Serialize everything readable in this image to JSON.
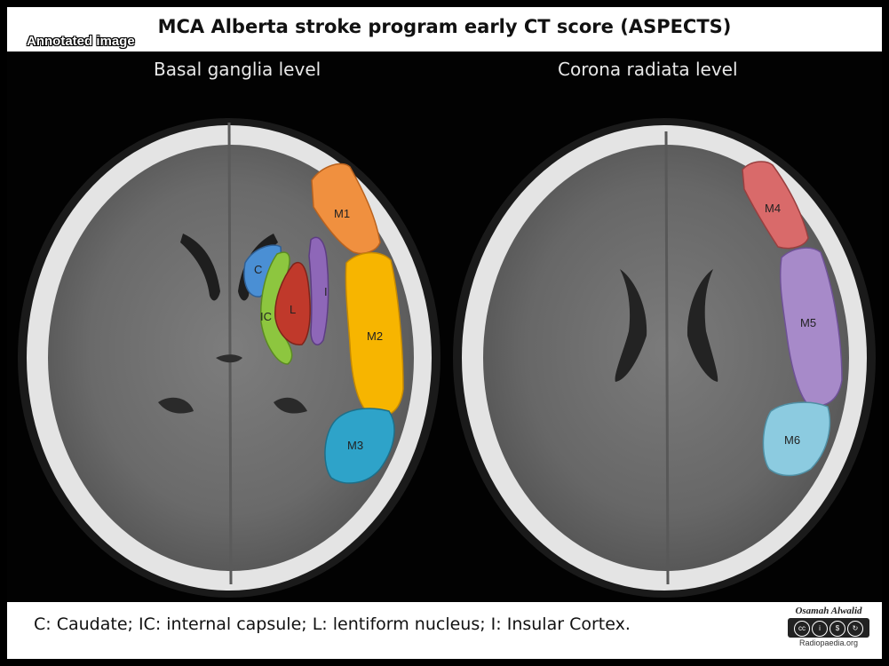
{
  "title": "MCA Alberta stroke program early CT score (ASPECTS)",
  "badge": "Annotated image",
  "levels": {
    "left": "Basal ganglia level",
    "right": "Corona radiata level"
  },
  "regions": {
    "C": {
      "label": "C",
      "color": "#4a8fd4"
    },
    "IC": {
      "label": "IC",
      "color": "#8dc63f"
    },
    "L": {
      "label": "L",
      "color": "#c0392b"
    },
    "I": {
      "label": "I",
      "color": "#8e67b8"
    },
    "M1": {
      "label": "M1",
      "color": "#f0903f"
    },
    "M2": {
      "label": "M2",
      "color": "#f7b500"
    },
    "M3": {
      "label": "M3",
      "color": "#2ea3c9"
    },
    "M4": {
      "label": "M4",
      "color": "#d96a6a"
    },
    "M5": {
      "label": "M5",
      "color": "#a78ac9"
    },
    "M6": {
      "label": "M6",
      "color": "#8ccbe0"
    }
  },
  "caption": "C: Caudate; IC: internal capsule; L: lentiform nucleus; I: Insular Cortex.",
  "credit": {
    "author": "Osamah Alwalid",
    "license": "cc BY NC SA",
    "site": "Radiopaedia.org"
  }
}
